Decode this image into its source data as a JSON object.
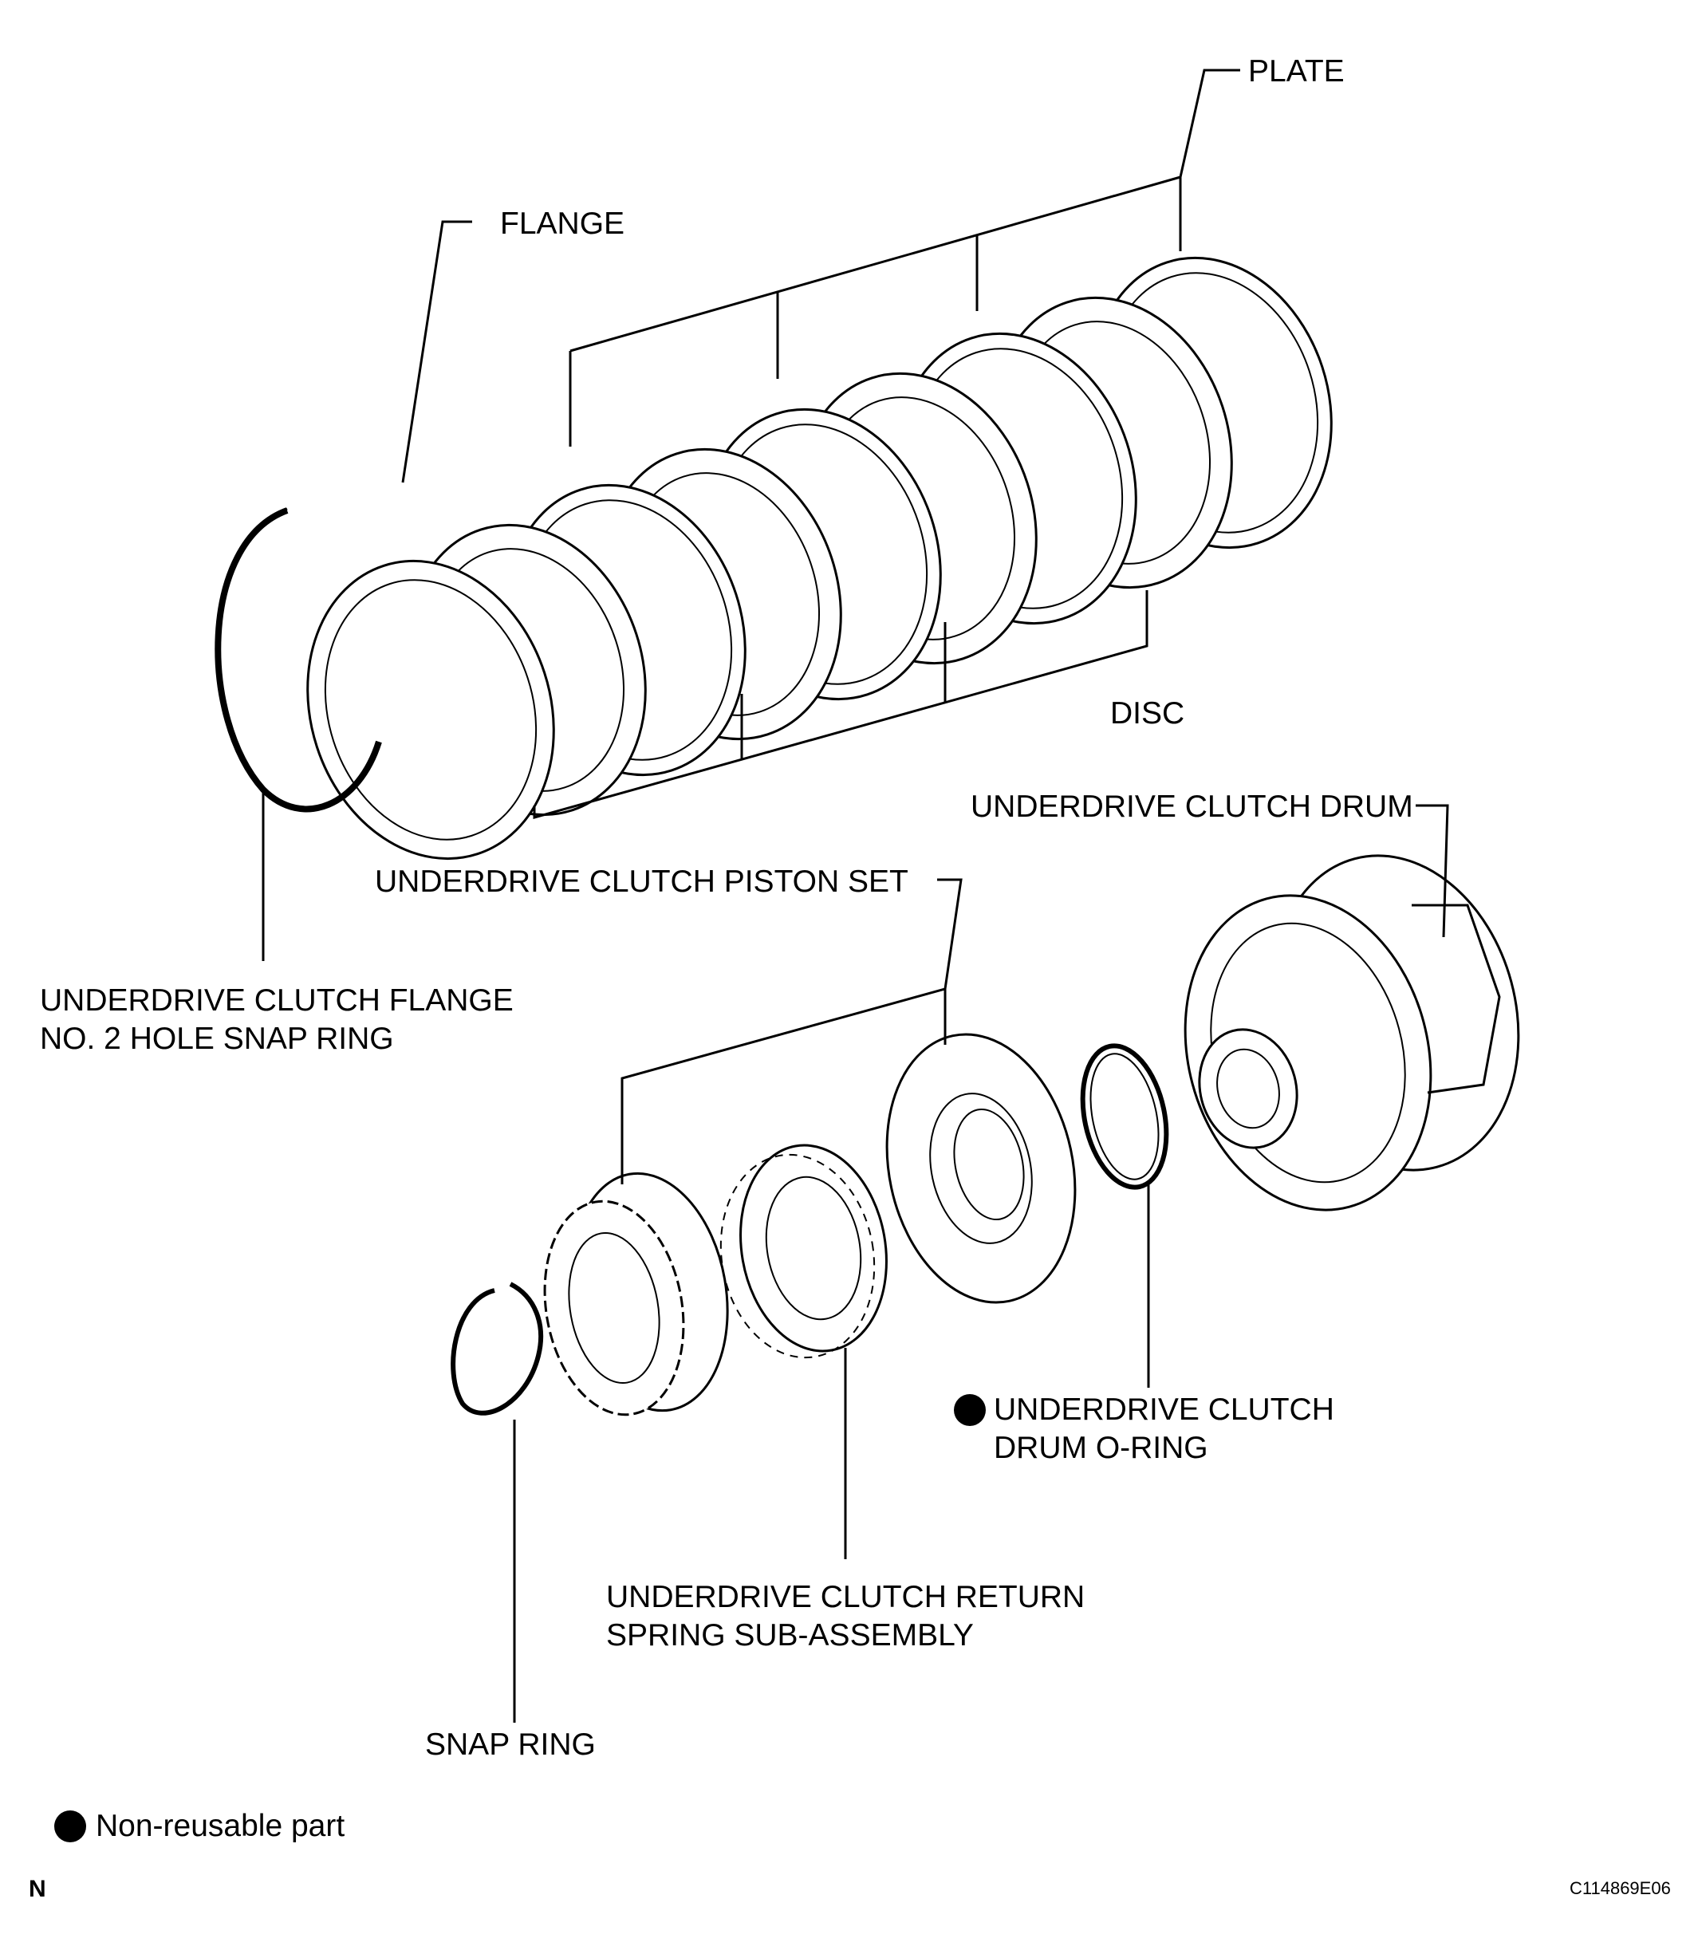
{
  "labels": {
    "plate": "PLATE",
    "flange": "FLANGE",
    "disc": "DISC",
    "drum": "UNDERDRIVE CLUTCH DRUM",
    "piston_set": "UNDERDRIVE CLUTCH PISTON SET",
    "flange_snap_ring_line1": "UNDERDRIVE CLUTCH FLANGE",
    "flange_snap_ring_line2": "NO. 2 HOLE SNAP RING",
    "o_ring_line1": "UNDERDRIVE CLUTCH",
    "o_ring_line2": "DRUM O-RING",
    "return_spring_line1": "UNDERDRIVE CLUTCH RETURN",
    "return_spring_line2": "SPRING SUB-ASSEMBLY",
    "snap_ring": "SNAP RING"
  },
  "legend": {
    "text": "Non-reusable part"
  },
  "corner_mark": "N",
  "figure_code": "C114869E06",
  "colors": {
    "ink": "#000000",
    "paper": "#ffffff"
  }
}
